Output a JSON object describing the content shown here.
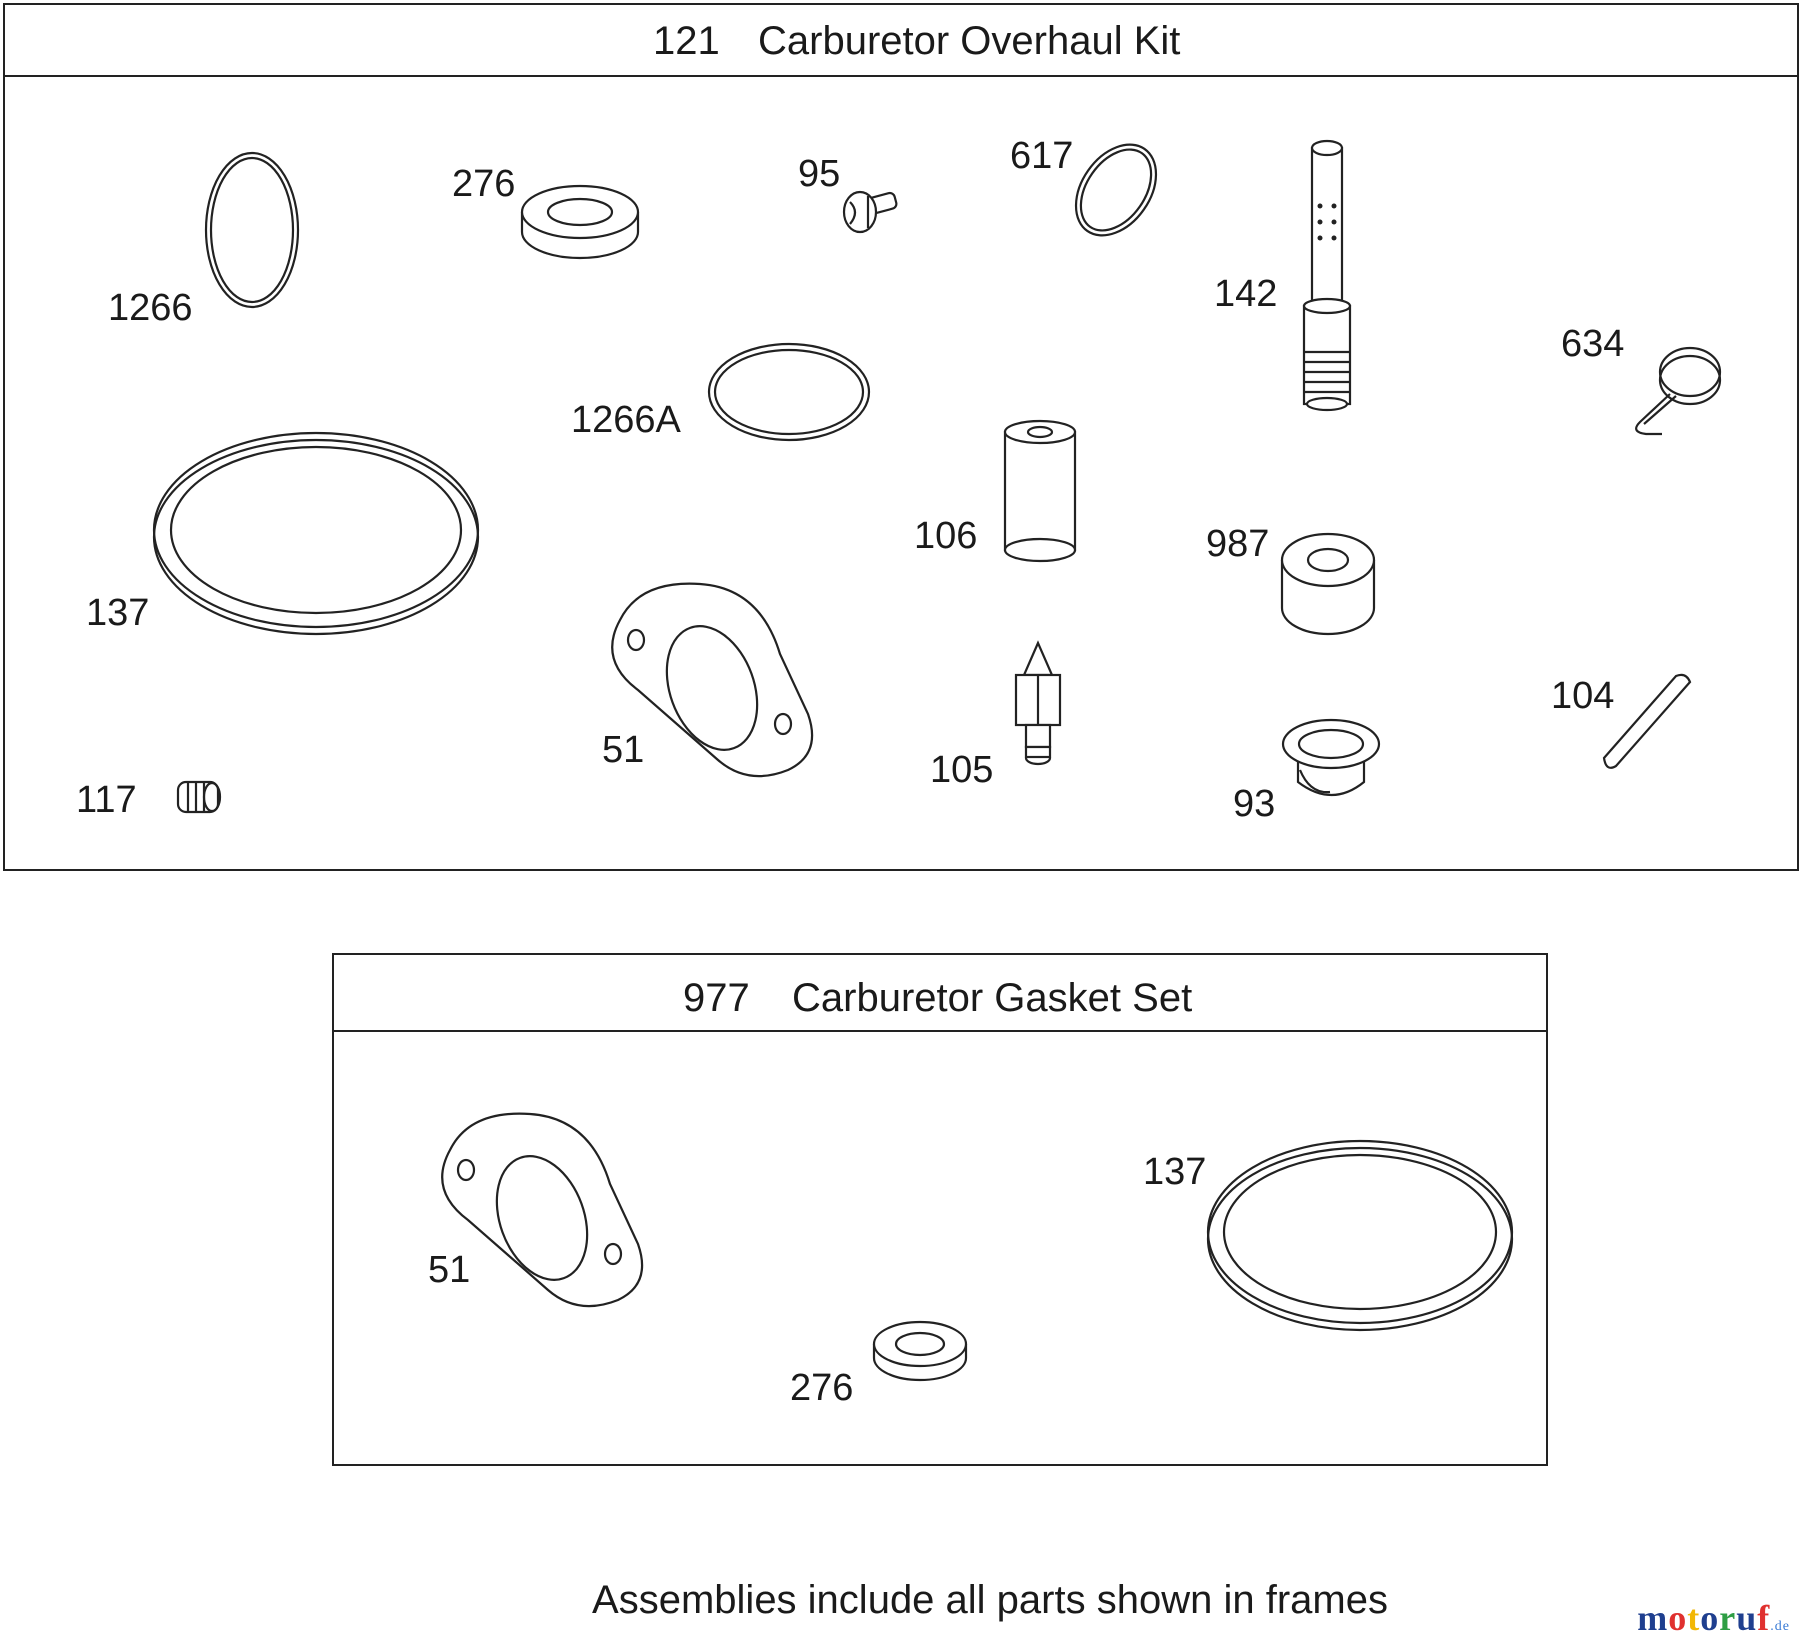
{
  "kits": [
    {
      "number": "121",
      "title": "Carburetor Overhaul Kit",
      "parts": [
        "1266",
        "276",
        "95",
        "617",
        "142",
        "634",
        "1266A",
        "137",
        "106",
        "987",
        "51",
        "105",
        "104",
        "93",
        "117"
      ]
    },
    {
      "number": "977",
      "title": "Carburetor Gasket Set",
      "parts": [
        "51",
        "137",
        "276"
      ]
    }
  ],
  "footer_note": "Assemblies include all parts shown in frames",
  "watermark": {
    "name": "motoruf",
    "suffix": ".de",
    "colors": [
      "#1f3f8f",
      "#e0312f",
      "#f2b705",
      "#1f3f8f",
      "#2e9e44",
      "#1f3f8f",
      "#e0312f"
    ]
  }
}
